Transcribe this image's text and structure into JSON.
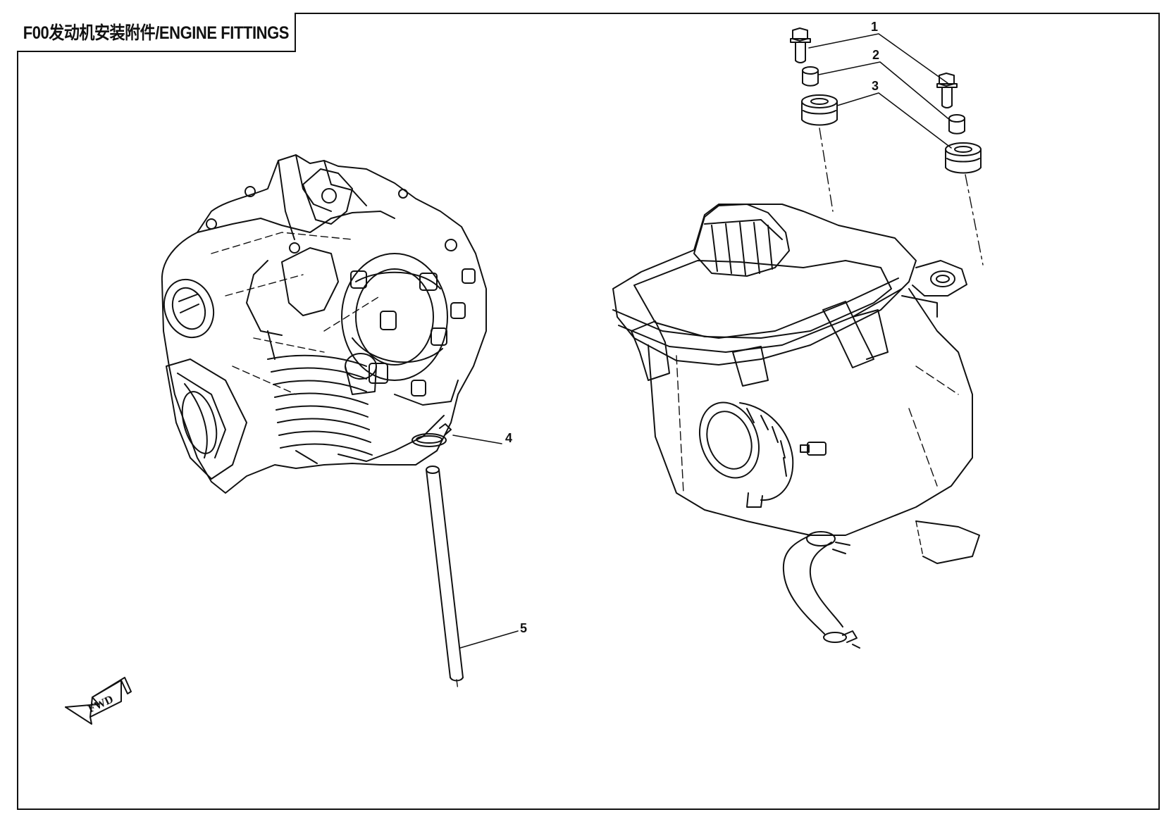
{
  "title": "F00发动机安装附件/ENGINE FITTINGS",
  "callouts": [
    {
      "id": "1",
      "label": "1"
    },
    {
      "id": "2",
      "label": "2"
    },
    {
      "id": "3",
      "label": "3"
    },
    {
      "id": "4",
      "label": "4"
    },
    {
      "id": "5",
      "label": "5"
    }
  ],
  "direction_arrow": {
    "label": "FWD",
    "icon": "fwd-arrow-icon"
  },
  "colors": {
    "line": "#111111",
    "background": "#ffffff"
  }
}
